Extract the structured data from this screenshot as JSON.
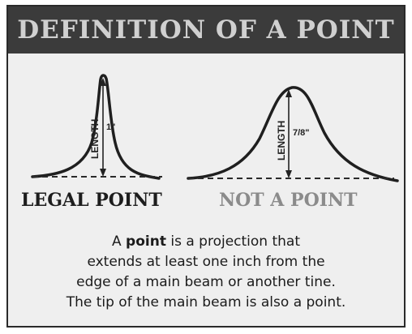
{
  "title": "DEFINITION OF A POINT",
  "left_figure": {
    "label": "LEGAL POINT",
    "length_word": "LENGTH",
    "measurement": "1\""
  },
  "right_figure": {
    "label": "NOT A POINT",
    "length_word": "LENGTH",
    "measurement": "7/8\""
  },
  "description": {
    "line1_prefix": "A ",
    "line1_bold": "point",
    "line1_suffix": " is a projection that",
    "line2": "extends at least one inch from the",
    "line3": "edge of a main beam or another tine.",
    "line4": "The tip of the main beam is also a point."
  }
}
